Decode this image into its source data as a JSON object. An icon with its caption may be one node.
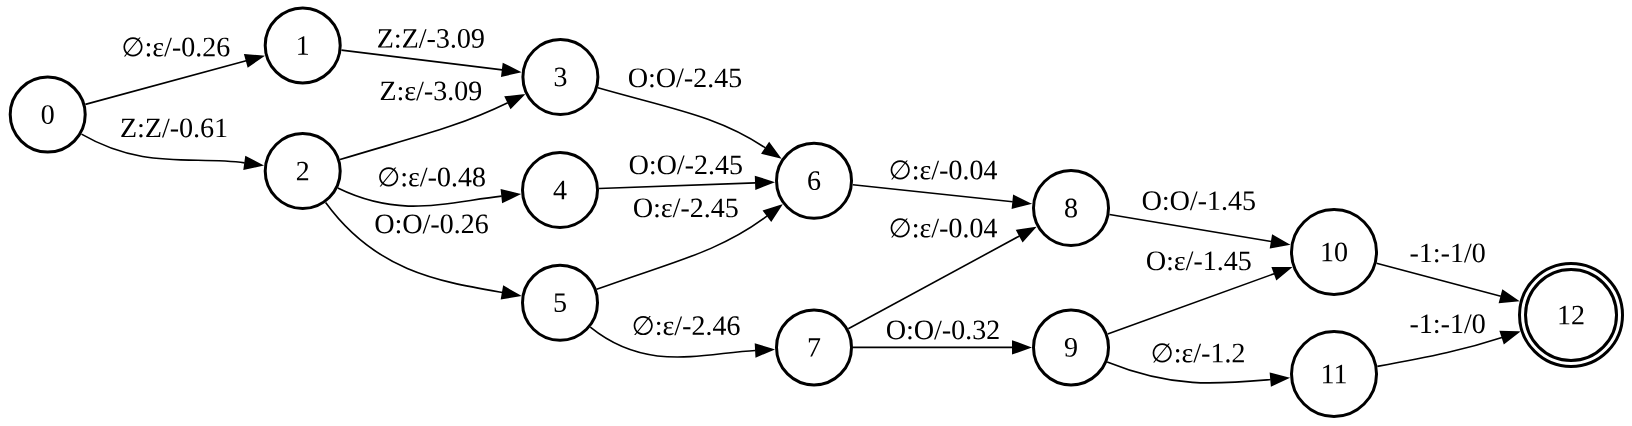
{
  "diagram": {
    "nodes": [
      {
        "text": [
          "0"
        ]
      },
      {
        "text": [
          "1"
        ]
      },
      {
        "text": [
          "2"
        ]
      },
      {
        "text": [
          "3"
        ]
      },
      {
        "text": [
          "4"
        ]
      },
      {
        "text": [
          "5"
        ]
      },
      {
        "text": [
          "6"
        ]
      },
      {
        "text": [
          "7"
        ]
      },
      {
        "text": [
          "8"
        ]
      },
      {
        "text": [
          "9"
        ]
      },
      {
        "text": [
          "10"
        ]
      },
      {
        "text": [
          "11"
        ]
      },
      {
        "text": [
          "12"
        ]
      }
    ],
    "edges": [
      {
        "from": 0,
        "to": 1,
        "arrow": "to",
        "label": "∅:ε/-0.26"
      },
      {
        "from": 0,
        "to": 2,
        "arrow": "to",
        "label": "Z:Z/-0.61"
      },
      {
        "from": 1,
        "to": 3,
        "arrow": "to",
        "label": "Z:Z/-3.09"
      },
      {
        "from": 2,
        "to": 3,
        "arrow": "to",
        "label": "Z:ε/-3.09"
      },
      {
        "from": 2,
        "to": 4,
        "arrow": "to",
        "label": "∅:ε/-0.48"
      },
      {
        "from": 2,
        "to": 5,
        "arrow": "to",
        "label": "O:O/-0.26"
      },
      {
        "from": 3,
        "to": 6,
        "arrow": "to",
        "label": "O:O/-2.45"
      },
      {
        "from": 4,
        "to": 6,
        "arrow": "to",
        "label": "O:O/-2.45"
      },
      {
        "from": 5,
        "to": 6,
        "arrow": "to",
        "label": "O:ε/-2.45"
      },
      {
        "from": 5,
        "to": 7,
        "arrow": "to",
        "label": "∅:ε/-2.46"
      },
      {
        "from": 6,
        "to": 8,
        "arrow": "to",
        "label": "∅:ε/-0.04"
      },
      {
        "from": 7,
        "to": 8,
        "arrow": "to",
        "label": "∅:ε/-0.04"
      },
      {
        "from": 7,
        "to": 9,
        "arrow": "to",
        "label": "O:O/-0.32"
      },
      {
        "from": 8,
        "to": 10,
        "arrow": "to",
        "label": "O:O/-1.45"
      },
      {
        "from": 9,
        "to": 10,
        "arrow": "to",
        "label": "O:ε/-1.45"
      },
      {
        "from": 9,
        "to": 11,
        "arrow": "to",
        "label": "∅:ε/-1.2"
      },
      {
        "from": 10,
        "to": 12,
        "arrow": "to",
        "label": "-1:-1/0"
      },
      {
        "from": 11,
        "to": 12,
        "arrow": "to",
        "label": "-1:-1/0"
      }
    ]
  }
}
